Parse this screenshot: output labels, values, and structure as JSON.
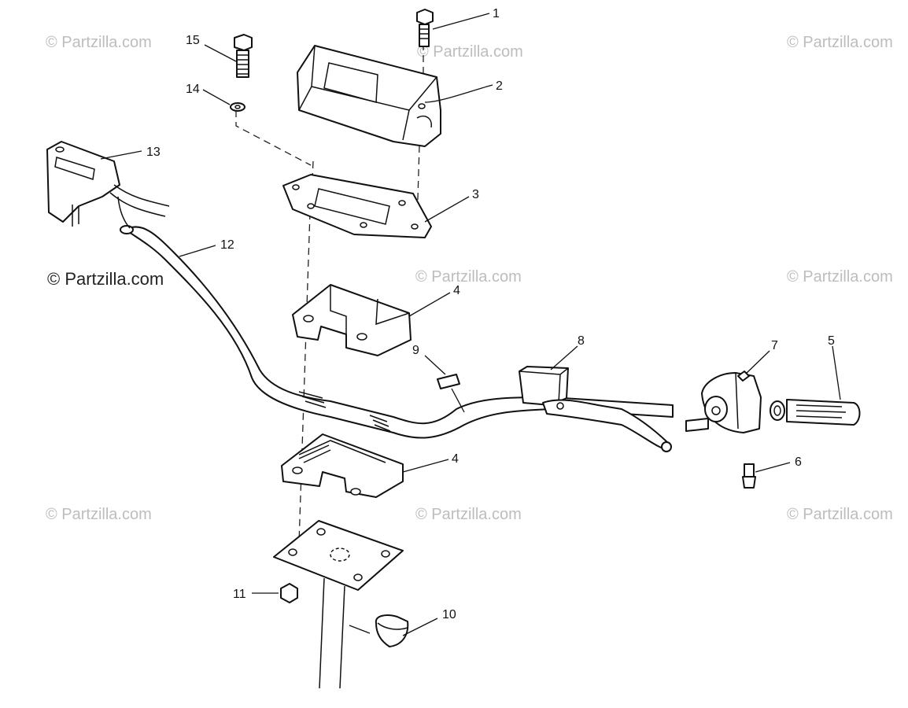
{
  "diagram": {
    "callouts": [
      {
        "id": "c1",
        "number": "1"
      },
      {
        "id": "c2",
        "number": "2"
      },
      {
        "id": "c3",
        "number": "3"
      },
      {
        "id": "c4a",
        "number": "4"
      },
      {
        "id": "c4b",
        "number": "4"
      },
      {
        "id": "c5",
        "number": "5"
      },
      {
        "id": "c6",
        "number": "6"
      },
      {
        "id": "c7",
        "number": "7"
      },
      {
        "id": "c8",
        "number": "8"
      },
      {
        "id": "c9",
        "number": "9"
      },
      {
        "id": "c10",
        "number": "10"
      },
      {
        "id": "c11",
        "number": "11"
      },
      {
        "id": "c12",
        "number": "12"
      },
      {
        "id": "c13",
        "number": "13"
      },
      {
        "id": "c14",
        "number": "14"
      },
      {
        "id": "c15",
        "number": "15"
      }
    ],
    "watermark_text": "© Partzilla.com",
    "watermark_faint_text": "© Partzilla.com",
    "colors": {
      "line": "#111111",
      "watermark": "#bdbdbd",
      "background": "#ffffff"
    }
  }
}
